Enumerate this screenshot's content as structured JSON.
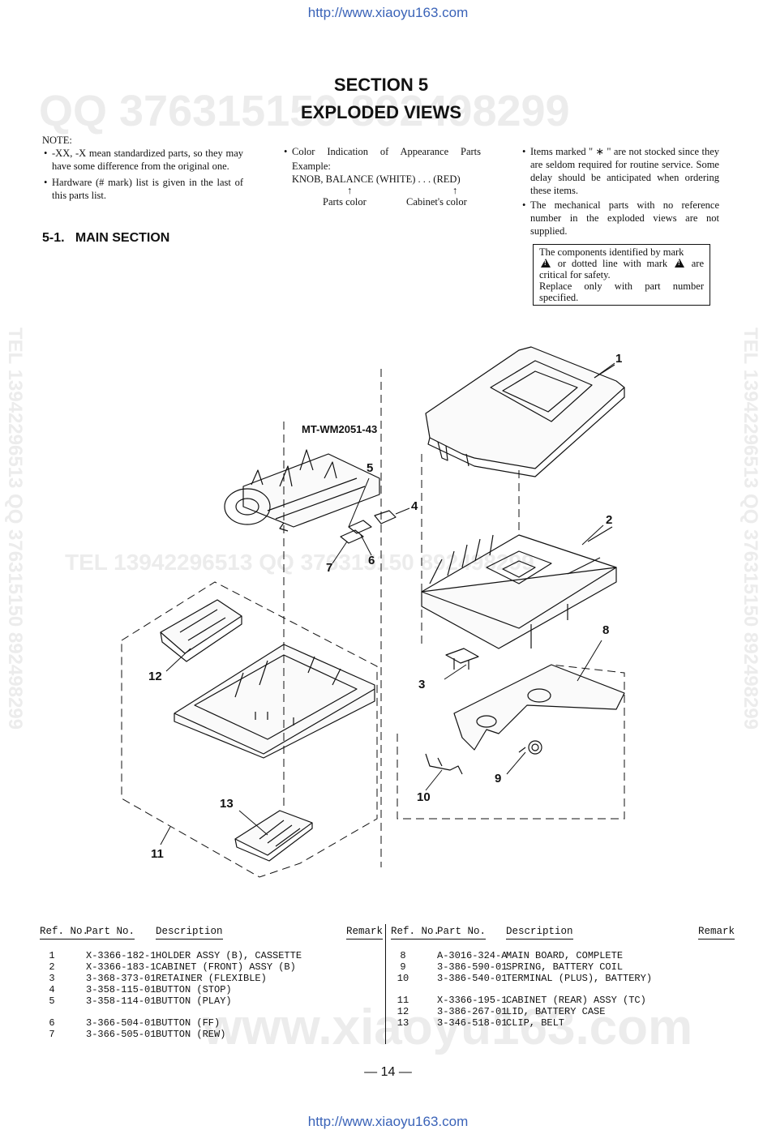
{
  "header_url": "http://www.xiaoyu163.com",
  "footer_url": "http://www.xiaoyu163.com",
  "watermarks": {
    "qq_top": "QQ 376315150 892498299",
    "tel_mid": "TEL 13942296513 QQ 376315150 892498299",
    "side_left": "TEL 13942296513 QQ 376315150 892498299",
    "side_right": "TEL 13942296513 QQ 376315150 892498299",
    "bottom": "www.xiaoyu163.com"
  },
  "section_title": "SECTION 5",
  "section_subtitle": "EXPLODED VIEWS",
  "note": {
    "label": "NOTE:",
    "items": [
      "-XX, -X mean standardized parts, so they may have some difference from the original one.",
      "Hardware (# mark) list is given in the last of this parts list."
    ]
  },
  "color_indication": {
    "bullet": "Color Indication of Appearance Parts",
    "example_label": "Example:",
    "example_text": "KNOB, BALANCE (WHITE) . . . (RED)",
    "arrow": "↑",
    "parts_color": "Parts color",
    "cabinet_color": "Cabinet's color"
  },
  "right_notes": [
    "Items marked \" ∗ \" are not stocked since they are seldom required for routine service. Some delay should be anticipated when ordering these items.",
    "The mechanical parts with no reference number in the exploded views are not supplied."
  ],
  "safety": {
    "line1a": "The components identified by mark",
    "line2a": "or dotted line with mark",
    "line2b": "are",
    "line3": "critical for safety.",
    "line4": "Replace only with part number",
    "line5": "specified."
  },
  "subsection_title": "5-1.   MAIN SECTION",
  "diagram": {
    "mechanism_label": "MT-WM2051-43",
    "callouts": [
      "1",
      "2",
      "3",
      "4",
      "5",
      "6",
      "7",
      "8",
      "9",
      "10",
      "11",
      "12",
      "13"
    ]
  },
  "table": {
    "headers": {
      "ref": "Ref. No.",
      "part": "Part No.",
      "desc": "Description",
      "remark": "Remark"
    },
    "left_rows": [
      {
        "ref": "1",
        "part": "X-3366-182-1",
        "desc": "HOLDER ASSY (B), CASSETTE"
      },
      {
        "ref": "2",
        "part": "X-3366-183-1",
        "desc": "CABINET (FRONT) ASSY (B)"
      },
      {
        "ref": "3",
        "part": "3-368-373-01",
        "desc": "RETAINER (FLEXIBLE)"
      },
      {
        "ref": "4",
        "part": "3-358-115-01",
        "desc": "BUTTON (STOP)"
      },
      {
        "ref": "5",
        "part": "3-358-114-01",
        "desc": "BUTTON (PLAY)"
      },
      {
        "ref": "6",
        "part": "3-366-504-01",
        "desc": "BUTTON (FF)"
      },
      {
        "ref": "7",
        "part": "3-366-505-01",
        "desc": "BUTTON (REW)"
      }
    ],
    "right_rows": [
      {
        "ref": "8",
        "part": "A-3016-324-A",
        "desc": "MAIN BOARD, COMPLETE"
      },
      {
        "ref": "9",
        "part": "3-386-590-01",
        "desc": "SPRING, BATTERY COIL"
      },
      {
        "ref": "10",
        "part": "3-386-540-01",
        "desc": "TERMINAL (PLUS), BATTERY)"
      },
      {
        "ref": "11",
        "part": "X-3366-195-1",
        "desc": "CABINET (REAR) ASSY (TC)"
      },
      {
        "ref": "12",
        "part": "3-386-267-01",
        "desc": "LID, BATTERY CASE"
      },
      {
        "ref": "13",
        "part": "3-346-518-01",
        "desc": "CLIP, BELT"
      }
    ]
  },
  "page_number": "— 14 —"
}
